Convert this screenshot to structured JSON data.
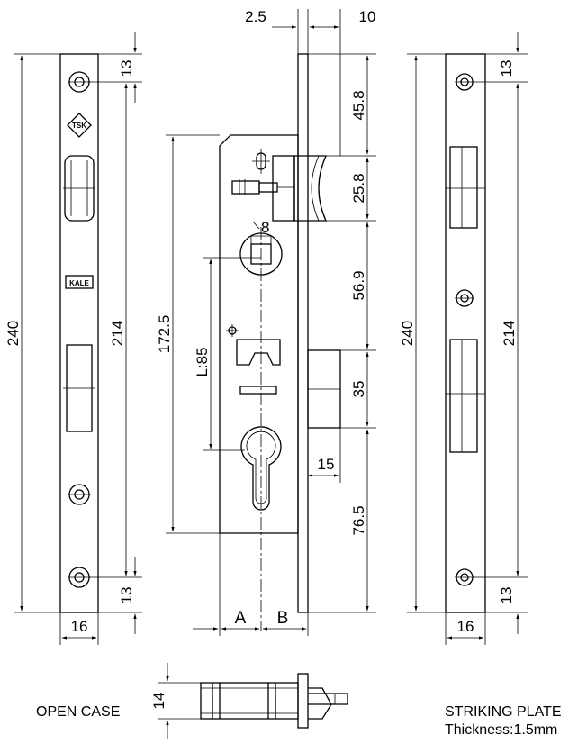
{
  "dimensions": {
    "left_plate": {
      "total": "240",
      "between_holes": "214",
      "top_hole": "13",
      "bottom_hole": "13",
      "width": "16"
    },
    "lock_body": {
      "body_height": "172.5",
      "distance_L": "L:85",
      "follower": "8",
      "top_offset": "2.5",
      "bolt_throw": "10",
      "spindle_to_top": "45.8",
      "latch_height": "25.8",
      "latch_to_bolt": "56.9",
      "bolt_height": "35",
      "bolt_width": "15",
      "cyl_to_bottom": "76.5",
      "backset_A": "A",
      "backset_B": "B",
      "case_thickness": "14"
    },
    "striking_plate": {
      "total": "240",
      "between_holes": "214",
      "top_hole": "13",
      "bottom_hole": "13",
      "width": "16"
    }
  },
  "logos": {
    "tsk": "TSK",
    "kale": "KALE"
  },
  "captions": {
    "open_case": "OPEN CASE",
    "striking_plate": "STRIKING PLATE",
    "thickness": "Thickness:1.5mm"
  }
}
